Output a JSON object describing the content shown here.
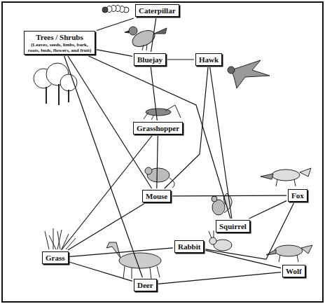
{
  "diagram": {
    "nodes": [
      {
        "text": [
          "Caterpillar"
        ]
      },
      {
        "text": [
          "Trees / Shrubs",
          "(Leaves, seeds, limbs, bark, roots, buds, flowers, and fruit)"
        ]
      },
      {
        "text": [
          "Bluejay"
        ]
      },
      {
        "text": [
          "Hawk"
        ]
      },
      {
        "text": [
          "Grasshopper"
        ]
      },
      {
        "text": [
          "Mouse"
        ]
      },
      {
        "text": [
          "Fox"
        ]
      },
      {
        "text": [
          "Squirrel"
        ]
      },
      {
        "text": [
          "Rabbit"
        ]
      },
      {
        "text": [
          "Grass"
        ]
      },
      {
        "text": [
          "Deer"
        ]
      },
      {
        "text": [
          "Wolf"
        ]
      }
    ],
    "edges": [
      {
        "from": 1,
        "to": 0,
        "arrow": "none"
      },
      {
        "from": 1,
        "to": 2,
        "arrow": "none"
      },
      {
        "from": 0,
        "to": 2,
        "arrow": "none"
      },
      {
        "from": 2,
        "to": 4,
        "arrow": "none"
      },
      {
        "from": 2,
        "to": 3,
        "arrow": "none"
      },
      {
        "from": 1,
        "to": 5,
        "arrow": "none"
      },
      {
        "from": 1,
        "to": 7,
        "arrow": "none"
      },
      {
        "from": 1,
        "to": 10,
        "arrow": "none"
      },
      {
        "from": 9,
        "to": 4,
        "arrow": "none"
      },
      {
        "from": 9,
        "to": 5,
        "arrow": "none"
      },
      {
        "from": 9,
        "to": 8,
        "arrow": "none"
      },
      {
        "from": 9,
        "to": 10,
        "arrow": "none"
      },
      {
        "from": 4,
        "to": 5,
        "arrow": "none"
      },
      {
        "from": 5,
        "to": 6,
        "arrow": "none"
      },
      {
        "from": 5,
        "to": 3,
        "arrow": "none"
      },
      {
        "from": 7,
        "to": 6,
        "arrow": "none"
      },
      {
        "from": 7,
        "to": 3,
        "arrow": "none"
      },
      {
        "from": 8,
        "to": 6,
        "arrow": "none"
      },
      {
        "from": 8,
        "to": 11,
        "arrow": "none"
      },
      {
        "from": 10,
        "to": 11,
        "arrow": "none"
      }
    ]
  }
}
